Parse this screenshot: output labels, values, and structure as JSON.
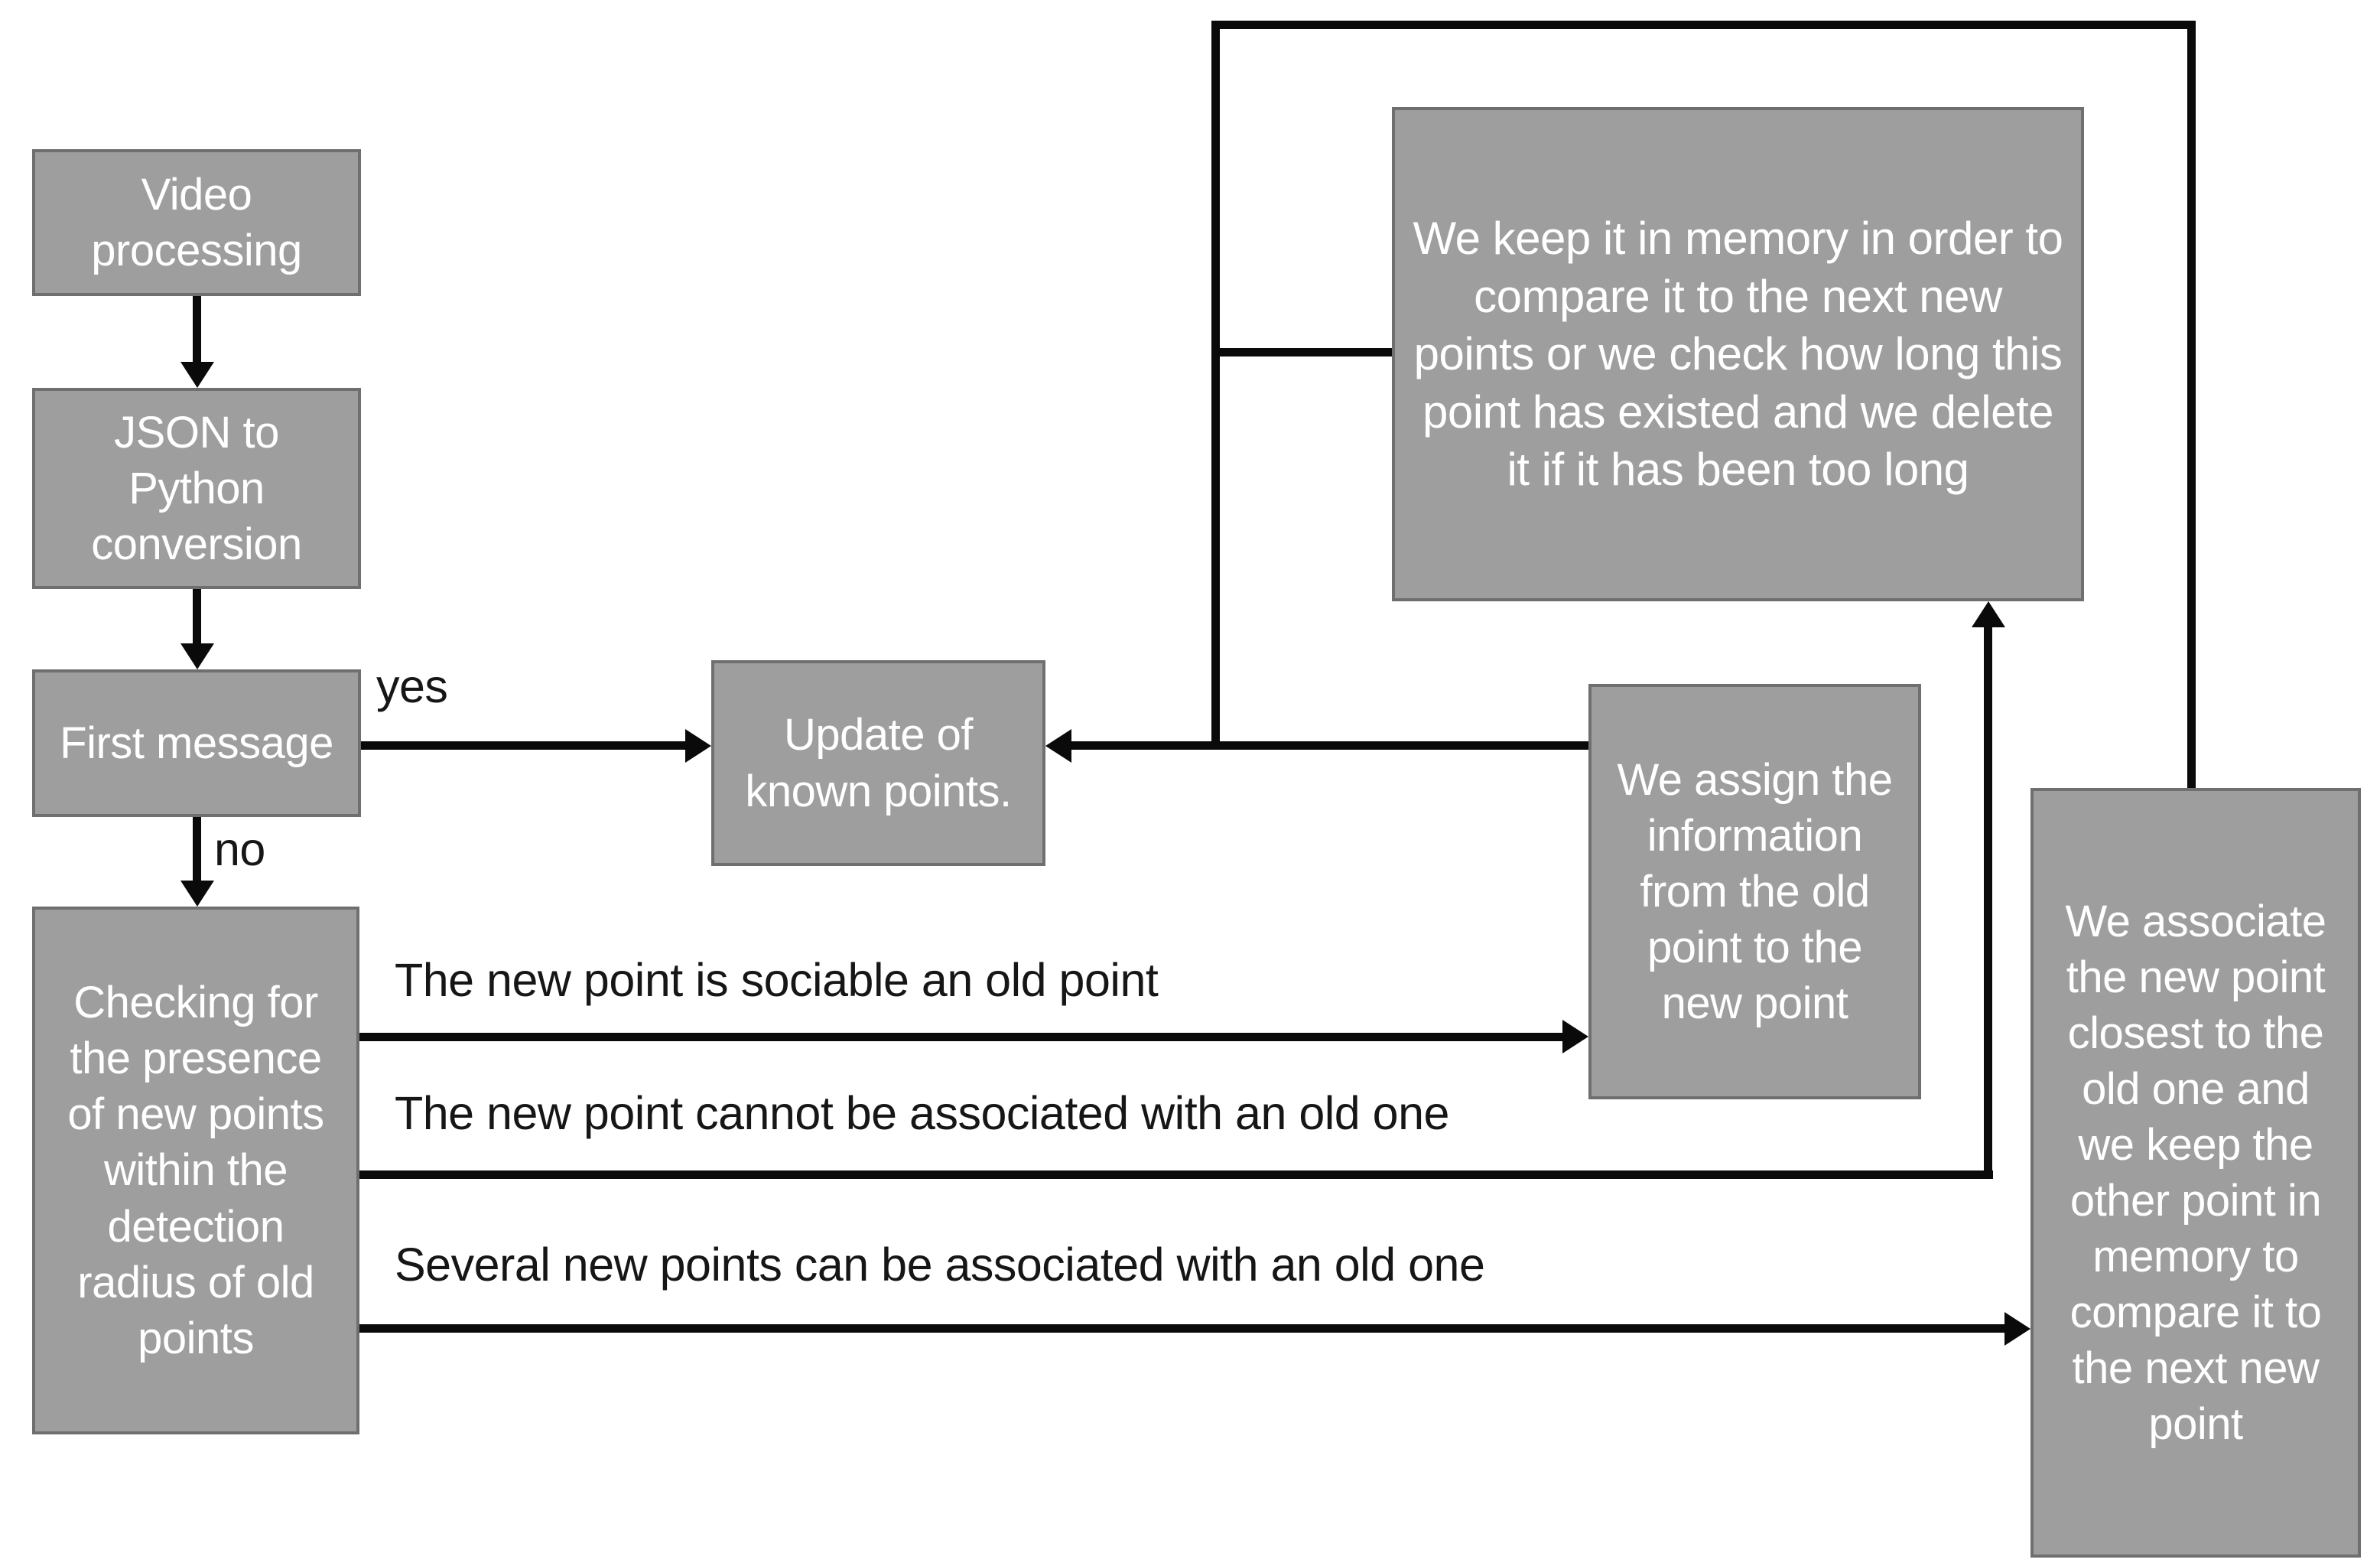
{
  "diagram": {
    "colors": {
      "node_fill": "#9e9e9e",
      "node_border": "#6f6f6f",
      "node_text": "#ffffff",
      "line": "#0a0a0a",
      "label_text": "#161616",
      "canvas_bg": "#ffffff"
    },
    "nodes": {
      "video": {
        "label": "Video processing"
      },
      "json": {
        "label": "JSON to Python conversion"
      },
      "first": {
        "label": "First message"
      },
      "checking": {
        "label": "Checking for the presence of new points within the detection radius of old points"
      },
      "update": {
        "label": "Update of known points."
      },
      "keep": {
        "label": "We keep it in memory in order to compare it to the next new points or we check how long this point has existed and we delete it if it has been too long"
      },
      "assign": {
        "label": "We assign the information from the old point to the new point"
      },
      "associate": {
        "label": "We associate the new point closest to the old one and we keep the other point in memory to compare it to the next new point"
      }
    },
    "edge_labels": {
      "yes": "yes",
      "no": "no",
      "sociable": "The new point is sociable an old point",
      "cannot": "The new point cannot be associated with an old one",
      "several": "Several new points can be associated with an old one"
    }
  }
}
